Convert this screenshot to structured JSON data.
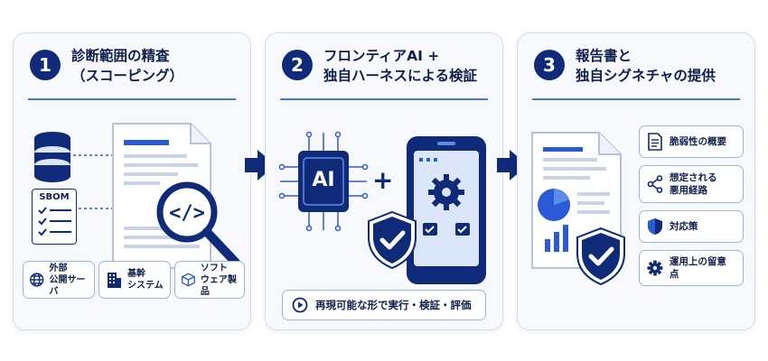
{
  "steps": [
    {
      "number": "1",
      "title_line1": "診断範囲の精査",
      "title_line2": "（スコーピング）",
      "sbom_label": "SBOM",
      "scope_chips": [
        {
          "line1": "外部",
          "line2": "公開サーバ",
          "icon": "globe-icon"
        },
        {
          "line1": "基幹",
          "line2": "システム",
          "icon": "building-icon"
        },
        {
          "line1": "ソフト",
          "line2": "ウェア製品",
          "icon": "package-icon"
        }
      ]
    },
    {
      "number": "2",
      "title_line1": "フロンティアAI +",
      "title_line2": "独自ハーネスによる検証",
      "ai_label": "AI",
      "plus": "+",
      "bottom_label": "再現可能な形で実行・検証・評価"
    },
    {
      "number": "3",
      "title_line1": "報告書と",
      "title_line2": "独自シグネチャの提供",
      "report_items": [
        {
          "line1": "脆弱性の概要",
          "line2": "",
          "icon": "document-icon"
        },
        {
          "line1": "想定される",
          "line2": "悪用経路",
          "icon": "path-nodes-icon"
        },
        {
          "line1": "対応策",
          "line2": "",
          "icon": "shield-icon"
        },
        {
          "line1": "運用上の留意点",
          "line2": "",
          "icon": "gear-icon"
        }
      ]
    }
  ],
  "colors": {
    "navy": "#0e2a78",
    "accent": "#2a5bd7",
    "light": "#dbe6fb",
    "border": "#9bb3e6"
  }
}
